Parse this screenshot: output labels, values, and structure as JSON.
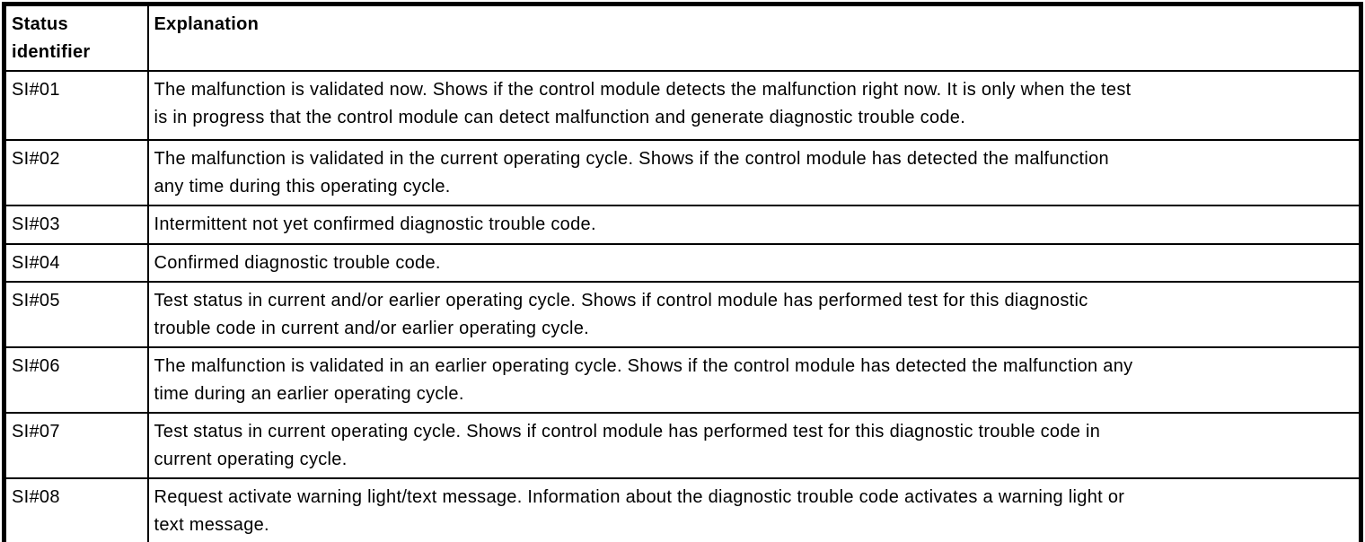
{
  "table": {
    "header": {
      "status_identifier": [
        "Status",
        "identifier"
      ],
      "explanation": [
        "Explanation"
      ]
    },
    "rows": [
      {
        "id": "SI#01",
        "explanation": [
          "The malfunction is validated now. Shows if the control module detects the malfunction right now. It is only when the test",
          "is in progress that the control module can detect malfunction and generate diagnostic trouble code."
        ]
      },
      {
        "id": "SI#02",
        "explanation": [
          "The malfunction is validated in the current operating cycle. Shows if the control module has detected the malfunction",
          "any time during this operating cycle."
        ]
      },
      {
        "id": "SI#03",
        "explanation": [
          "Intermittent not yet confirmed diagnostic trouble code."
        ]
      },
      {
        "id": "SI#04",
        "explanation": [
          "Confirmed diagnostic trouble code."
        ]
      },
      {
        "id": "SI#05",
        "explanation": [
          "Test status in current and/or earlier operating cycle. Shows if control module has performed test for this diagnostic",
          "trouble code in current and/or earlier operating cycle."
        ]
      },
      {
        "id": "SI#06",
        "explanation": [
          "The malfunction is validated in an earlier operating cycle. Shows if the control module has detected the malfunction any",
          "time during an earlier operating cycle."
        ]
      },
      {
        "id": "SI#07",
        "explanation": [
          "Test status in current operating cycle. Shows if control module has performed test for this diagnostic trouble code in",
          "current operating cycle."
        ]
      },
      {
        "id": "SI#08",
        "explanation": [
          "Request activate warning light/text message. Information about the diagnostic trouble code activates a warning light or",
          "text message."
        ]
      }
    ]
  }
}
